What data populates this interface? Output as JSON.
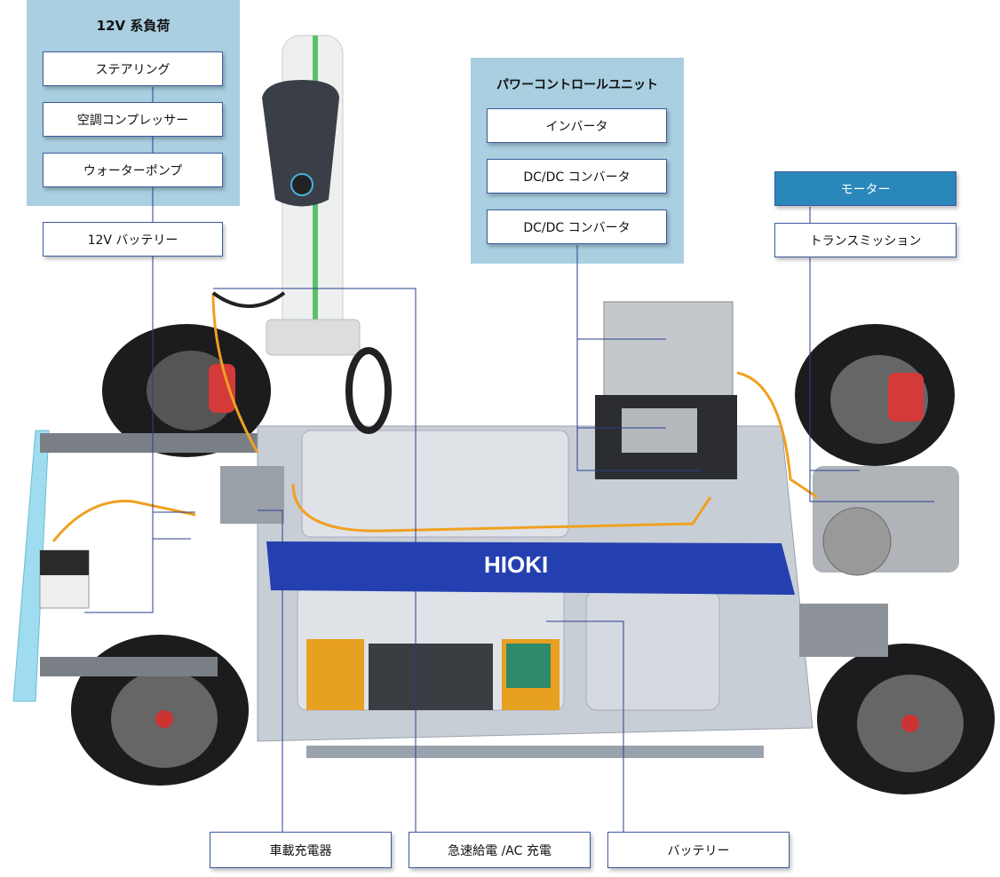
{
  "load_panel": {
    "title": "12V 系負荷",
    "items": [
      "ステアリング",
      "空調コンプレッサー",
      "ウォーターポンプ"
    ]
  },
  "battery_12v": "12V バッテリー",
  "pcu_panel": {
    "title": "パワーコントロールユニット",
    "items": [
      "インバータ",
      "DC/DC コンバータ",
      "DC/DC コンバータ"
    ]
  },
  "motor": "モーター",
  "transmission": "トランスミッション",
  "bottom": [
    "車載充電器",
    "急速給電 /AC 充電",
    "バッテリー"
  ],
  "brand_logo": "HIOKI",
  "colors": {
    "panel": "#a9cfe0",
    "box_border": "#3d5a9e",
    "motor": "#2a87ba",
    "leader_line": "#2a3f8f",
    "brand_bar": "#2440b0",
    "cable": "#f0a020"
  }
}
